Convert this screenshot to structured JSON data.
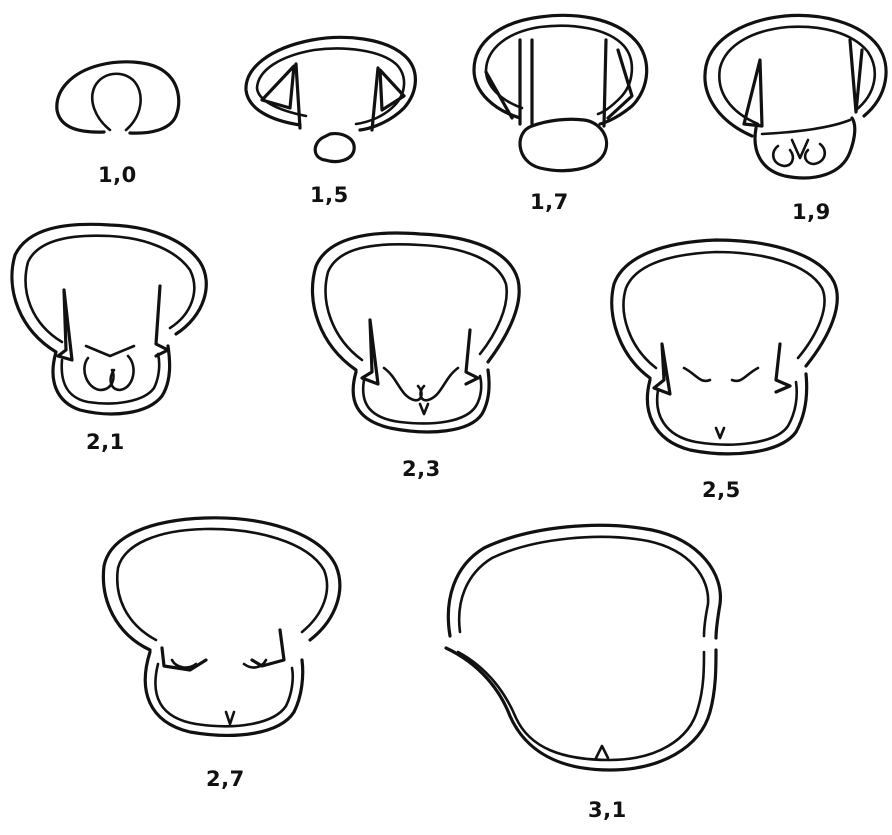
{
  "stages": [
    {
      "label": "1,0"
    },
    {
      "label": "1,5"
    },
    {
      "label": "1,7"
    },
    {
      "label": "1,9"
    },
    {
      "label": "2,1"
    },
    {
      "label": "2,3"
    },
    {
      "label": "2,5"
    },
    {
      "label": "2,7"
    },
    {
      "label": "3,1"
    }
  ],
  "colors": {
    "line": "#111111",
    "background": "#ffffff"
  }
}
